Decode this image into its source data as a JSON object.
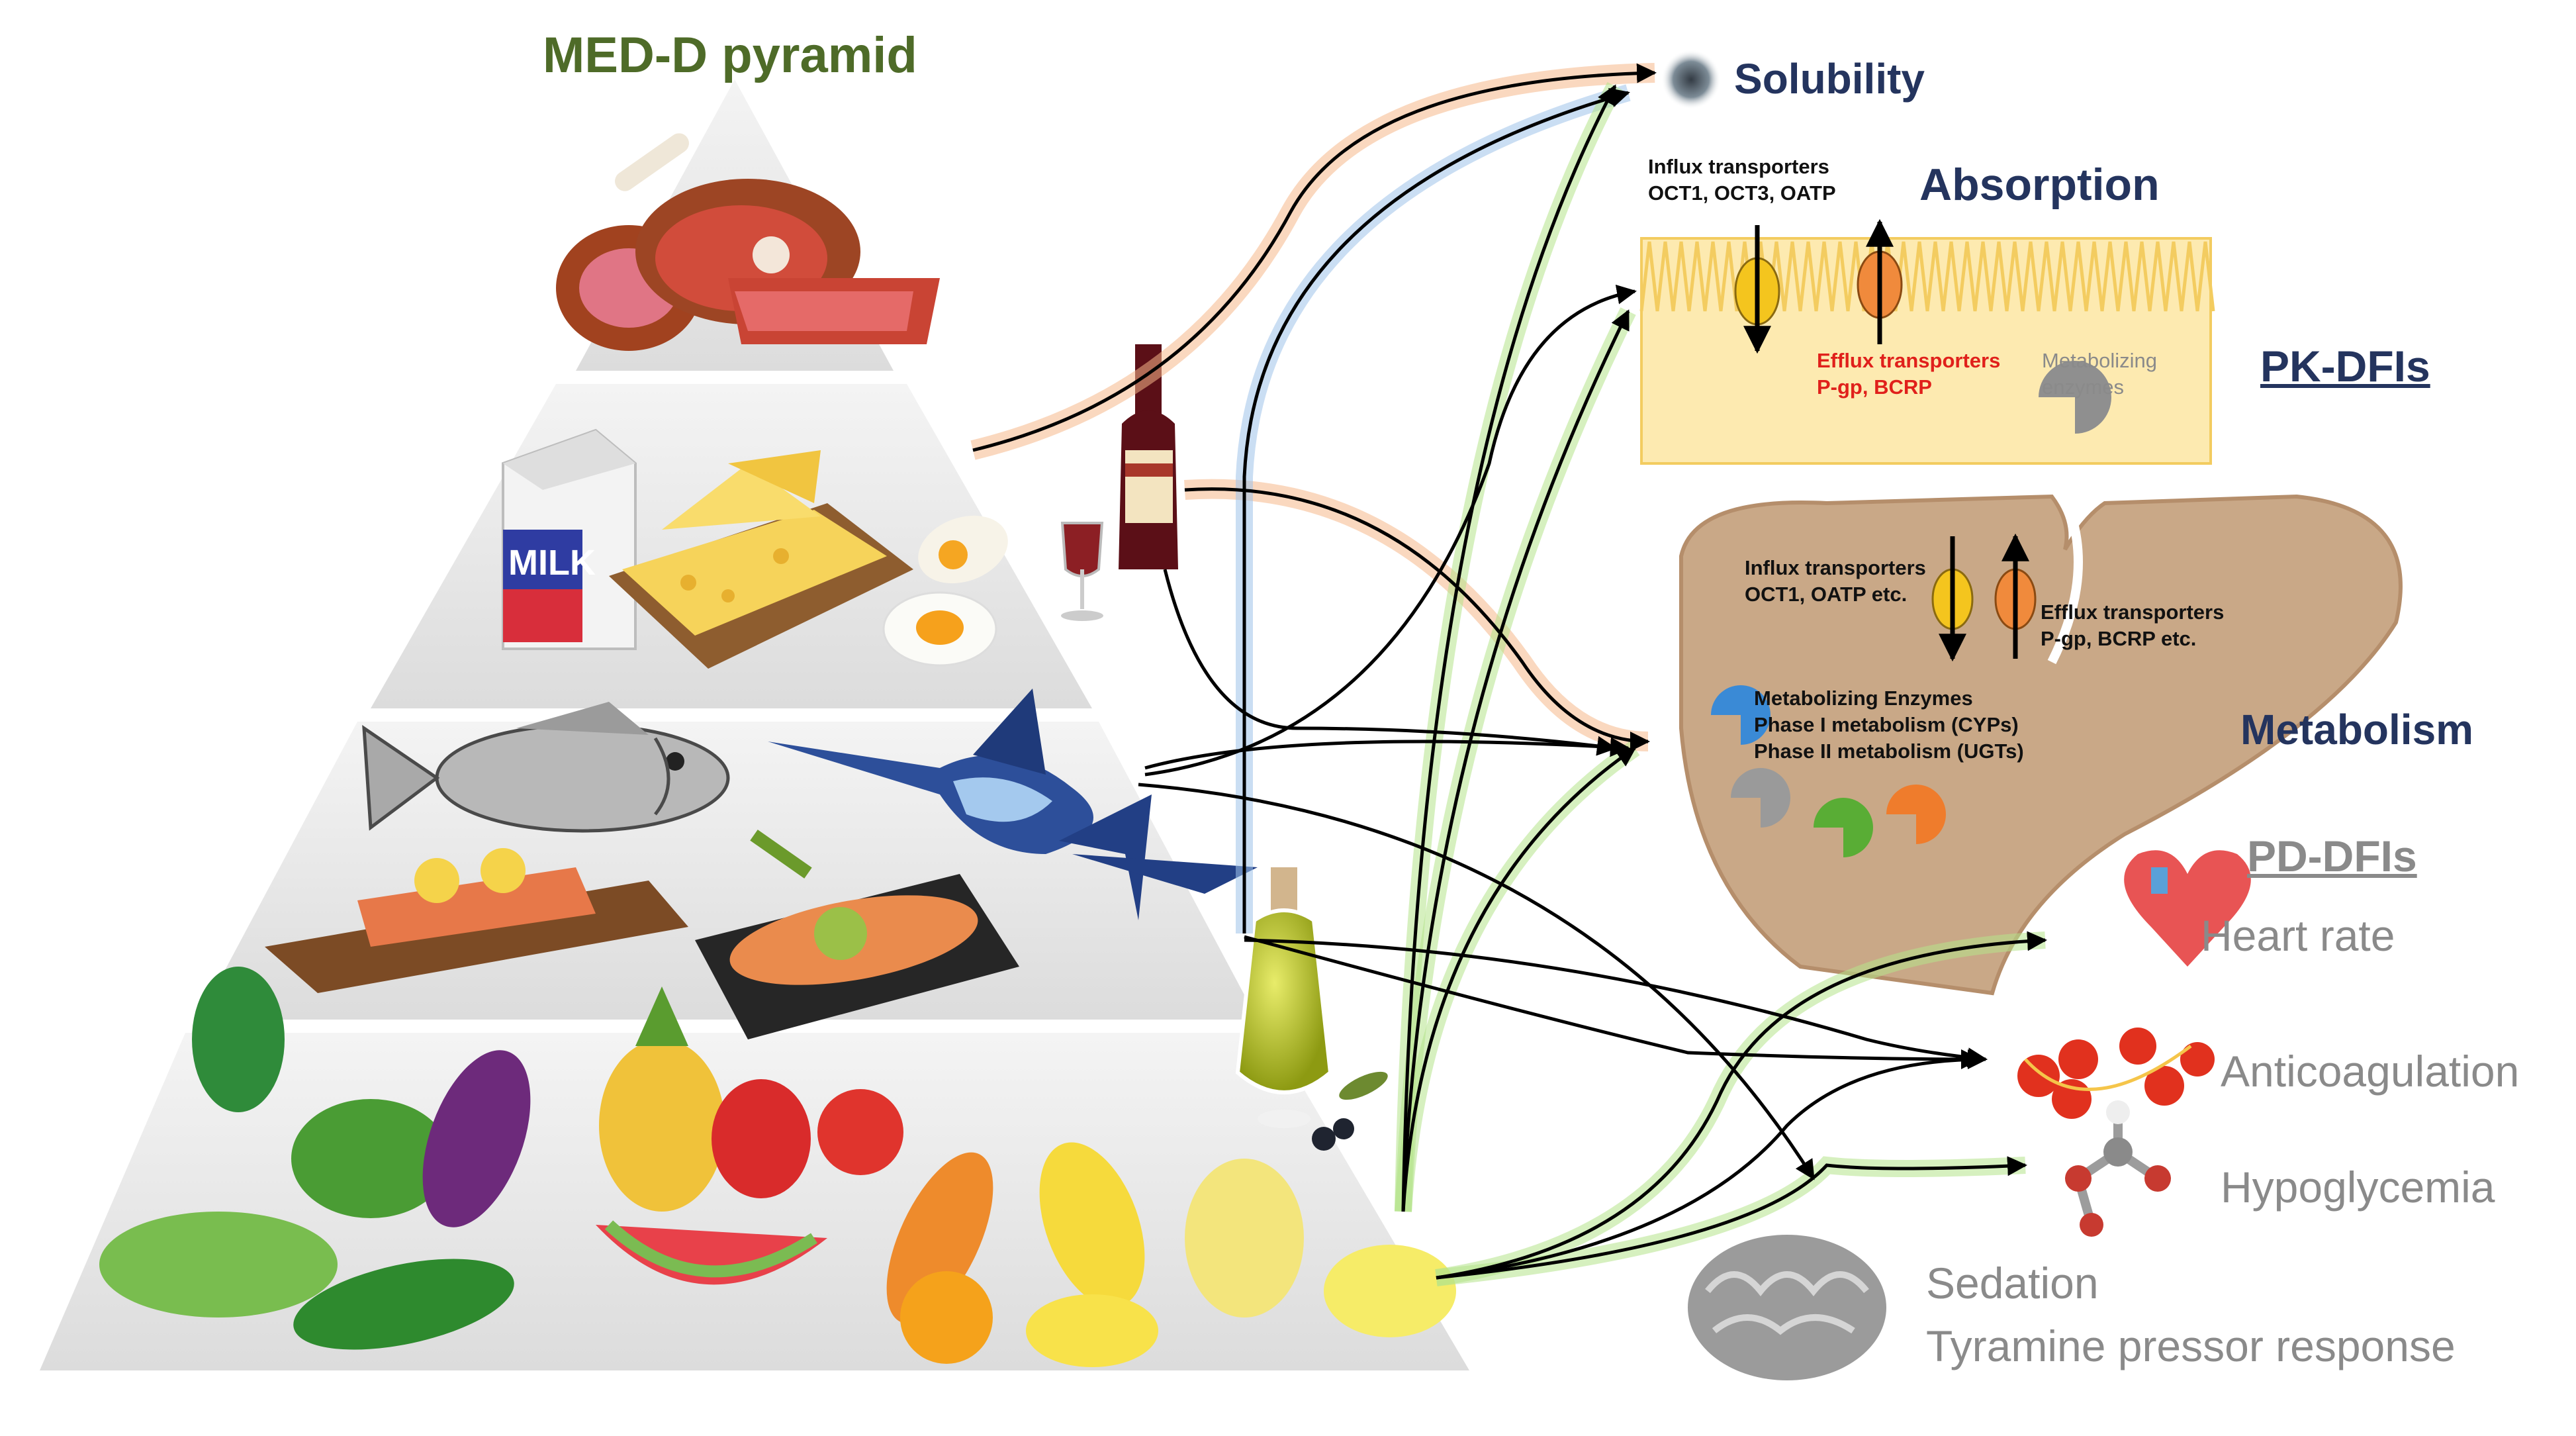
{
  "pyramid": {
    "title": "MED-D pyramid"
  },
  "pk": {
    "heading": "PK-DFIs",
    "solubility": "Solubility",
    "absorption": {
      "title": "Absorption",
      "influx": "Influx transporters\nOCT1, OCT3, OATP",
      "efflux": "Efflux transporters\nP-gp, BCRP",
      "metab": "Metabolizing\nenzymes"
    },
    "metabolism": {
      "title": "Metabolism",
      "influx": "Influx transporters\nOCT1, OATP etc.",
      "efflux": "Efflux transporters\nP-gp, BCRP etc.",
      "enzymes": "Metabolizing Enzymes\nPhase I metabolism (CYPs)\nPhase II metabolism (UGTs)"
    }
  },
  "pd": {
    "heading": "PD-DFIs",
    "heart_rate": "Heart rate",
    "anticoagulation": "Anticoagulation",
    "hypoglycemia": "Hypoglycemia",
    "sedation": "Sedation",
    "tyramine": "Tyramine pressor response"
  },
  "icons": {
    "meat": "meat-icon",
    "milk": "milk-carton-icon",
    "milk_text": "MILK",
    "cheese": "cheese-icon",
    "egg": "egg-icon",
    "wine": "wine-bottle-icon",
    "fish": "fish-icon",
    "marlin": "marlin-icon",
    "salmon": "salmon-icon",
    "shrimp": "shrimp-icon",
    "oil": "olive-oil-icon",
    "vegetables": "vegetables-icon",
    "heart": "heart-icon",
    "blood": "blood-cells-icon",
    "glucose": "glucose-molecule-icon",
    "brain": "brain-icon",
    "liver": "liver-icon",
    "intestine": "intestinal-wall-icon"
  },
  "colors": {
    "title": "#4e6b28",
    "navy": "#24345e",
    "red": "#e0201b",
    "liver": "#c9a887",
    "intestine": "#fdeab0",
    "glow_orange": "#f6b88a",
    "glow_blue": "#9ec3ea",
    "glow_green": "#b4e38a"
  }
}
